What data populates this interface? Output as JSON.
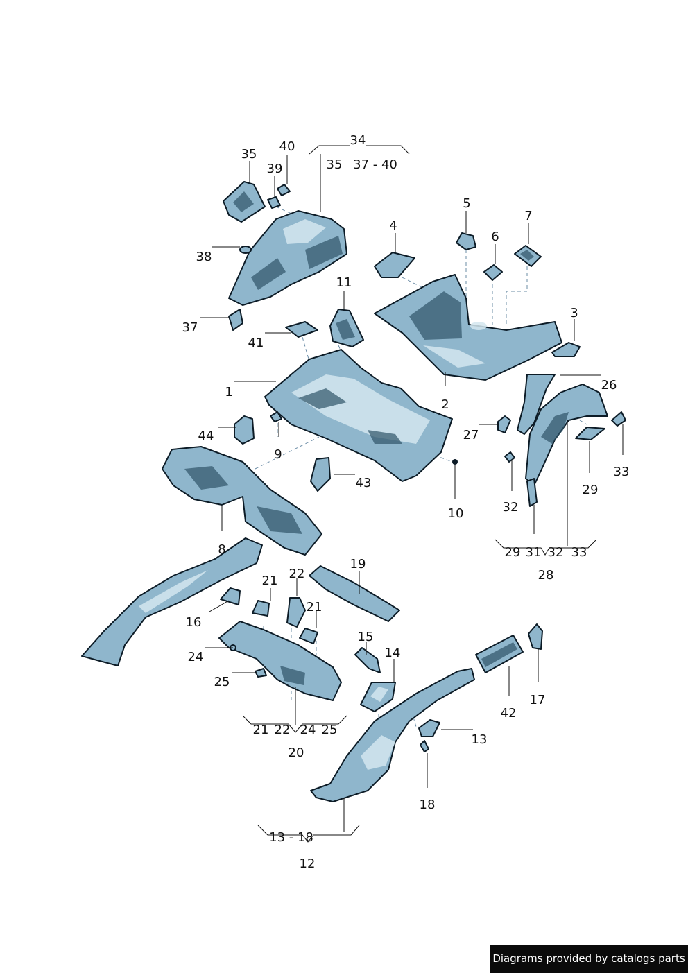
{
  "diagram": {
    "labels": [
      "34",
      "35",
      "40",
      "39",
      "35",
      "37 - 40",
      "38",
      "37",
      "41",
      "11",
      "1",
      "4",
      "5",
      "6",
      "7",
      "3",
      "2",
      "26",
      "44",
      "9",
      "43",
      "10",
      "27",
      "33",
      "29",
      "32",
      "29",
      "31",
      "32",
      "33",
      "28",
      "8",
      "16",
      "21",
      "22",
      "21",
      "19",
      "24",
      "25",
      "21",
      "22",
      "24",
      "25",
      "20",
      "15",
      "14",
      "42",
      "17",
      "13",
      "18",
      "13 - 18",
      "12"
    ]
  },
  "footer": {
    "credit": "Diagrams provided by catalogs parts"
  }
}
